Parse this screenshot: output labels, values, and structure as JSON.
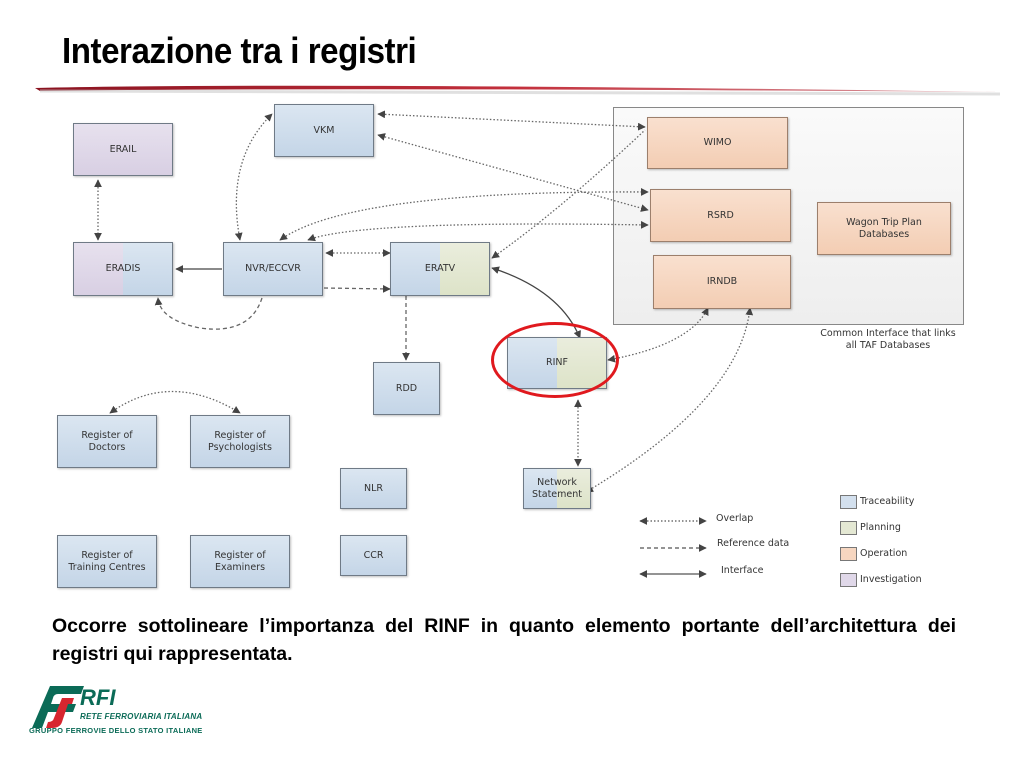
{
  "slide": {
    "title": "Interazione tra i registri",
    "body_text": "Occorre sottolineare l’importanza del RINF in quanto elemento portante dell’architettura dei registri qui rappresentata."
  },
  "diagram": {
    "nodes": {
      "erail": "ERAIL",
      "eradis": "ERADIS",
      "vkm": "VKM",
      "nvr": "NVR/ECCVR",
      "eratv": "ERATV",
      "rdd": "RDD",
      "rinf": "RINF",
      "network_statement": "Network Statement",
      "wimo": "WIMO",
      "rsrd": "RSRD",
      "irndb": "IRNDB",
      "wagon_trip": "Wagon Trip Plan Databases",
      "reg_doctors": "Register of Doctors",
      "reg_psychologists": "Register of Psychologists",
      "reg_training": "Register of Training Centres",
      "reg_examiners": "Register of Examiners",
      "nlr": "NLR",
      "ccr": "CCR"
    },
    "taf_caption": "Common Interface that links all TAF Databases",
    "link_legend": [
      {
        "style": "dotted-bidirectional",
        "label": "Overlap"
      },
      {
        "style": "dashed-arrow",
        "label": "Reference data"
      },
      {
        "style": "solid-bidirectional",
        "label": "Interface"
      }
    ],
    "color_legend": [
      {
        "label": "Traceability",
        "color": "#d3e0ee"
      },
      {
        "label": "Planning",
        "color": "#e4e8d3"
      },
      {
        "label": "Operation",
        "color": "#f6d6c0"
      },
      {
        "label": "Investigation",
        "color": "#e0d8e9"
      }
    ],
    "highlight_color": "#e0191e"
  },
  "logo": {
    "brand": "RFI",
    "subtitle": "RETE FERROVIARIA ITALIANA",
    "group": "GRUPPO FERROVIE DELLO STATO ITALIANE"
  }
}
